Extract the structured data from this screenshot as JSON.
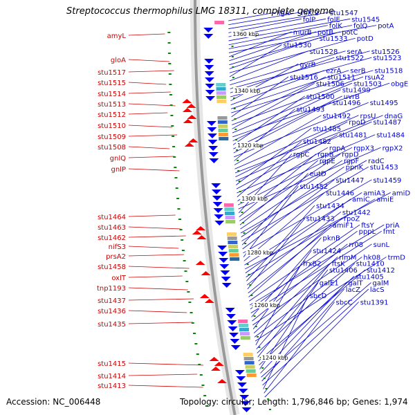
{
  "title": "Streptococcus thermophilus LMG 18311, complete genome",
  "footer": {
    "accession": "Accession: NC_006448",
    "topology": "Topology: circular; Length: 1,796,846 bp; Genes: 1,974"
  },
  "colors": {
    "left_labels": "#cc0000",
    "right_labels": "#0000cc",
    "backbone": "#999999",
    "forward_arrows": "#0000ee",
    "reverse_arrows": "#ff0000",
    "tick_marks": "#008800"
  },
  "kbp_marks": [
    "1360 kbp",
    "1340 kbp",
    "1320 kbp",
    "1300 kbp",
    "1280 kbp",
    "1260 kbp",
    "1240 kbp"
  ],
  "left_genes": [
    "amyL",
    "gloA",
    "stu1517",
    "stu1515",
    "stu1514",
    "stu1513",
    "stu1512",
    "stu1510",
    "stu1509",
    "stu1508",
    "gnlQ",
    "gnlP",
    "stu1464",
    "stu1463",
    "stu1462",
    "nifS3",
    "prsA2",
    "stu1458",
    "oxlT",
    "tnp1193",
    "stu1437",
    "stu1436",
    "stu1435",
    "stu1415",
    "stu1414",
    "stu1413"
  ],
  "right_genes": [
    "ligA",
    "folC2",
    "stu1547",
    "folP",
    "folE",
    "stu1545",
    "folK",
    "folQ",
    "potA",
    "murB",
    "potB",
    "potC",
    "stu1533",
    "potD",
    "stu1530",
    "stu1528",
    "serA",
    "stu1526",
    "stu1522",
    "stu1523",
    "gyrB",
    "ezrA",
    "serB",
    "stu1518",
    "stu1516",
    "stu1511",
    "rsuA2",
    "stu1506",
    "stu1503",
    "obgE",
    "stu1499",
    "stu1500",
    "uvrB",
    "stu1496",
    "stu1495",
    "stu1493",
    "stu1492",
    "rpsU",
    "dnaG",
    "rpoD",
    "stu1487",
    "stu1485",
    "stu1481",
    "stu1484",
    "stu1482",
    "rgpA",
    "rgpX3",
    "rgpX2",
    "rgpC",
    "rgpB",
    "rgpD",
    "rgpE",
    "rgpF",
    "radC",
    "ppnK",
    "stu1453",
    "eutD",
    "stu1447",
    "stu1459",
    "stu1452",
    "stu1446",
    "amiA3",
    "amiD",
    "amiC",
    "amiE",
    "stu1434",
    "stu1442",
    "stu1433",
    "rpoZ",
    "amiF1",
    "ftsY",
    "priA",
    "pppL",
    "fmt",
    "pknB",
    "rr08",
    "sunL",
    "stu1424",
    "rimM",
    "hk08",
    "trmD",
    "frxB2",
    "ftsK",
    "stu1410",
    "stu1406",
    "stu1412",
    "stu1405",
    "galE1",
    "galT",
    "galM",
    "lacZ",
    "lacS",
    "sbcD",
    "sbcC",
    "stu1391"
  ]
}
